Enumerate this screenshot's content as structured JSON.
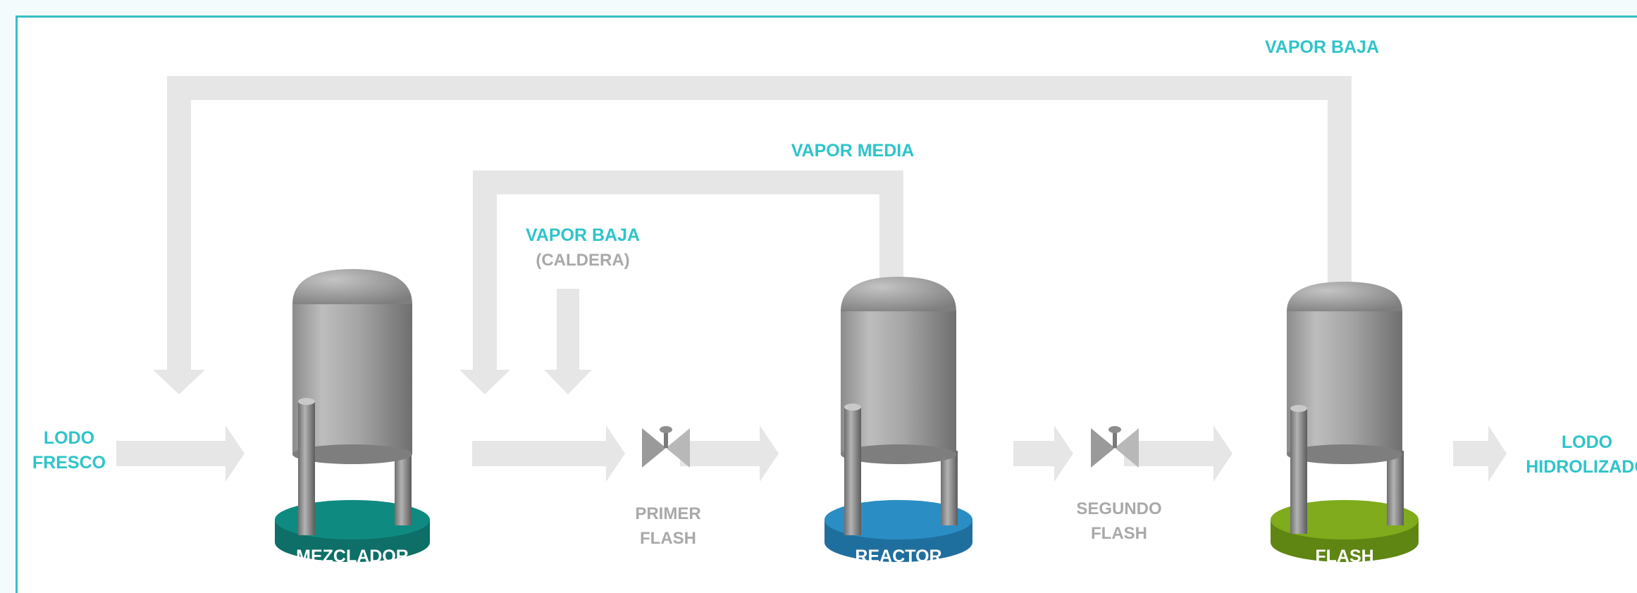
{
  "labels": {
    "lodo_fresco": [
      "LODO",
      "FRESCO"
    ],
    "lodo_hidrolizado": [
      "LODO",
      "HIDROLIZADO"
    ],
    "vapor_baja_top": "VAPOR BAJA",
    "vapor_media": "VAPOR MEDIA",
    "vapor_baja_caldera": [
      "VAPOR BAJA",
      "(CALDERA)"
    ],
    "primer_flash": [
      "PRIMER",
      "FLASH"
    ],
    "segundo_flash": [
      "SEGUNDO",
      "FLASH"
    ]
  },
  "tanks": [
    {
      "name": "MEZCLADOR",
      "base_color": "#0f8a80"
    },
    {
      "name": "REACTOR",
      "base_color": "#2a8ec4"
    },
    {
      "name": "FLASH",
      "base_color": "#7fab1c"
    }
  ],
  "colors": {
    "accent": "#2ec4c9",
    "arrow": "#e6e6e6",
    "tank": "#a8a8a8",
    "border": "#35bfc6"
  }
}
